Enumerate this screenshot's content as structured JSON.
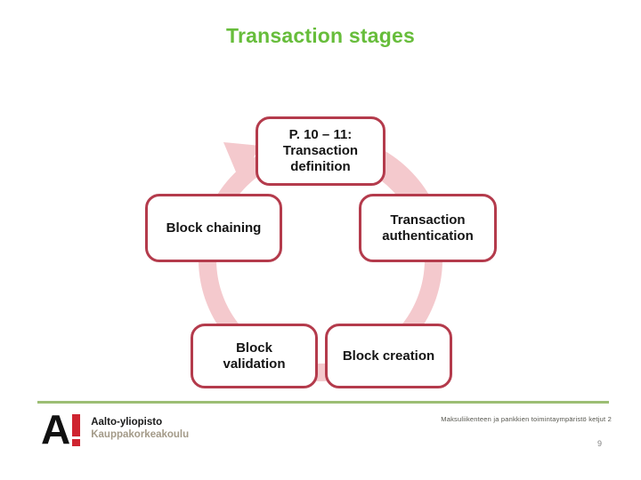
{
  "slide": {
    "title": "Transaction stages"
  },
  "diagram": {
    "type": "cycle",
    "direction": "clockwise",
    "boxes": [
      {
        "id": "definition",
        "label": "P. 10 – 11:\nTransaction\ndefinition"
      },
      {
        "id": "chaining",
        "label": "Block chaining"
      },
      {
        "id": "authentication",
        "label": "Transaction\nauthentication"
      },
      {
        "id": "validation",
        "label": "Block\nvalidation"
      },
      {
        "id": "creation",
        "label": "Block creation"
      }
    ],
    "colors": {
      "box_border": "#B43B4C",
      "box_fill": "#FFFFFF",
      "box_text": "#141414",
      "cycle_arrow": "#F4C9CD"
    }
  },
  "footer": {
    "course": "Maksuliikenteen ja pankkien toimintaympäristö ketjut 2",
    "page_number": "9",
    "logo": {
      "mark": "A",
      "mark_accent": "!",
      "line1": "Aalto-yliopisto",
      "line2": "Kauppakorkeakoulu"
    },
    "colors": {
      "divider_green": "#9CBE74",
      "logo_accent_red": "#CF2430",
      "course_text": "#55554d"
    }
  },
  "colors": {
    "title_green": "#67BD3B",
    "background": "#FFFFFF"
  }
}
